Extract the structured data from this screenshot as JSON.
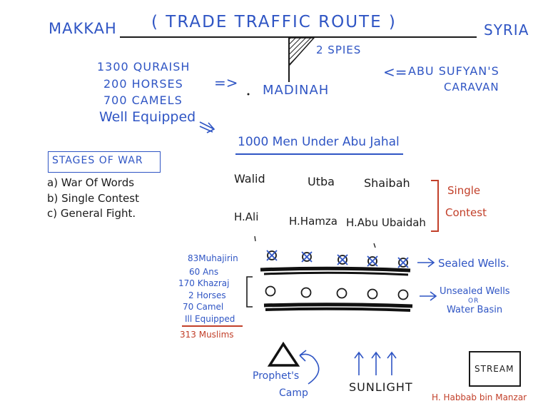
{
  "route": {
    "left": "Makkah",
    "right": "Syria",
    "title": "( Trade Traffic Route )",
    "spies": "2 Spies",
    "madinah": "Madinah"
  },
  "quraish": {
    "lines": [
      "1300 Quraish",
      "200 Horses",
      "700 Camels",
      "Well Equipped"
    ],
    "arrow": "=>"
  },
  "caravan": {
    "arrow": "<=",
    "line1": "Abu Sufyan's",
    "line2": "Caravan"
  },
  "heading": "1000 Men Under Abu Jahal",
  "stages": {
    "title": "Stages Of War",
    "items": [
      "a) War Of Words",
      "b) Single Contest",
      "c) General Fight."
    ]
  },
  "duel": {
    "enemies": [
      "Walid",
      "Utba",
      "Shaibah"
    ],
    "muslims": [
      "H.Ali",
      "H.Hamza",
      "H.Abu Ubaidah"
    ],
    "label_line1": "Single",
    "label_line2": "Contest"
  },
  "muslim_army": {
    "lines": [
      "83Muhajirin",
      "60 Ans",
      "170 Khazraj",
      "2 Horses",
      "70 Camel",
      "Ill Equipped"
    ],
    "total": "313 Muslims"
  },
  "wells": {
    "sealed_label": "Sealed Wells.",
    "unsealed_line1": "Unsealed Wells",
    "unsealed_line2": "or",
    "unsealed_line3": "Water Basin",
    "sealed_count": 5,
    "unsealed_count": 5
  },
  "bottom": {
    "camp_line1": "Prophet's",
    "camp_line2": "Camp",
    "sunlight": "Sunlight",
    "stream": "Stream",
    "habbab": "H. Habbab bin Manzar"
  },
  "colors": {
    "blue": "#2f55c4",
    "black": "#1b1b1b",
    "red": "#c2402a"
  }
}
